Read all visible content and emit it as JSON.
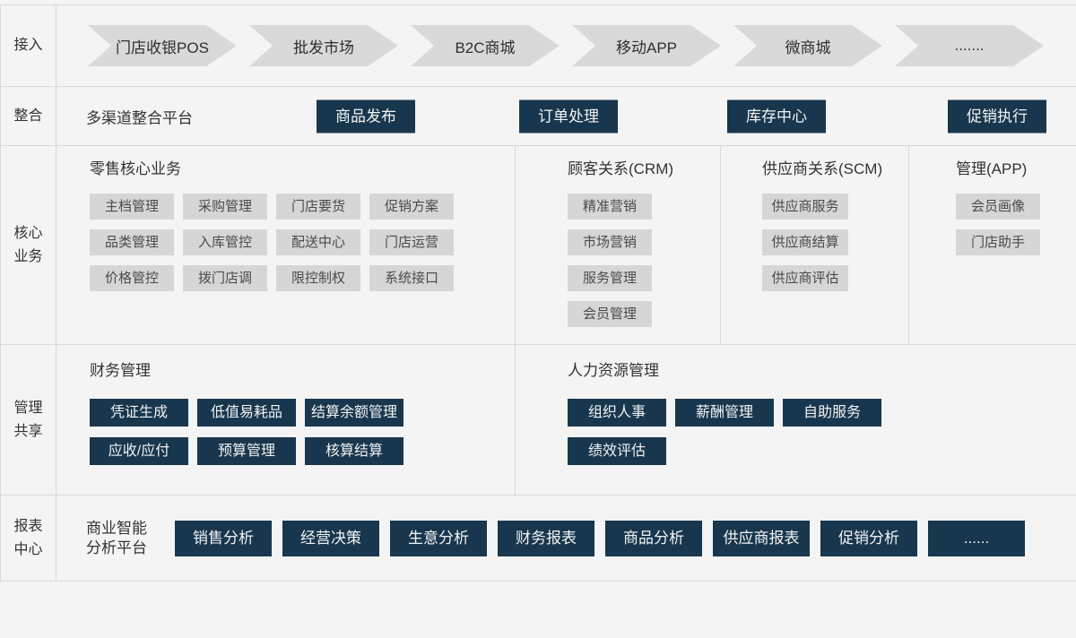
{
  "colors": {
    "navy_button": "#18374e",
    "gray_arrow": "#d9d9d9",
    "gray_button": "#d6d6d6",
    "background": "#f4f4f4",
    "grid_line": "#d9d9d9"
  },
  "rows": {
    "access": {
      "label": "接入",
      "arrows": [
        "门店收银POS",
        "批发市场",
        "B2C商城",
        "移动APP",
        "微商城",
        "......."
      ]
    },
    "integration": {
      "label": "整合",
      "platform": "多渠道整合平台",
      "buttons": [
        "商品发布",
        "订单处理",
        "库存中心",
        "促销执行"
      ]
    },
    "core": {
      "label_line1": "核心",
      "label_line2": "业务",
      "retail": {
        "title": "零售核心业务",
        "buttons": [
          "主档管理",
          "采购管理",
          "门店要货",
          "促销方案",
          "品类管理",
          "入库管控",
          "配送中心",
          "门店运营",
          "价格管控",
          "拨门店调",
          "限控制权",
          "系统接口"
        ]
      },
      "crm": {
        "title": "顾客关系(CRM)",
        "buttons": [
          "精准营销",
          "市场营销",
          "服务管理",
          "会员管理"
        ]
      },
      "scm": {
        "title": "供应商关系(SCM)",
        "buttons": [
          "供应商服务",
          "供应商结算",
          "供应商评估"
        ]
      },
      "app": {
        "title": "管理(APP)",
        "buttons": [
          "会员画像",
          "门店助手"
        ]
      }
    },
    "shared": {
      "label_line1": "管理",
      "label_line2": "共享",
      "finance": {
        "title": "财务管理",
        "buttons": [
          "凭证生成",
          "低值易耗品",
          "结算余额管理",
          "应收/应付",
          "预算管理",
          "核算结算"
        ]
      },
      "hr": {
        "title": "人力资源管理",
        "buttons": [
          "组织人事",
          "薪酬管理",
          "自助服务",
          "绩效评估"
        ]
      }
    },
    "report": {
      "label_line1": "报表",
      "label_line2": "中心",
      "platform_line1": "商业智能",
      "platform_line2": "分析平台",
      "buttons": [
        "销售分析",
        "经营决策",
        "生意分析",
        "财务报表",
        "商品分析",
        "供应商报表",
        "促销分析",
        "......"
      ]
    }
  }
}
